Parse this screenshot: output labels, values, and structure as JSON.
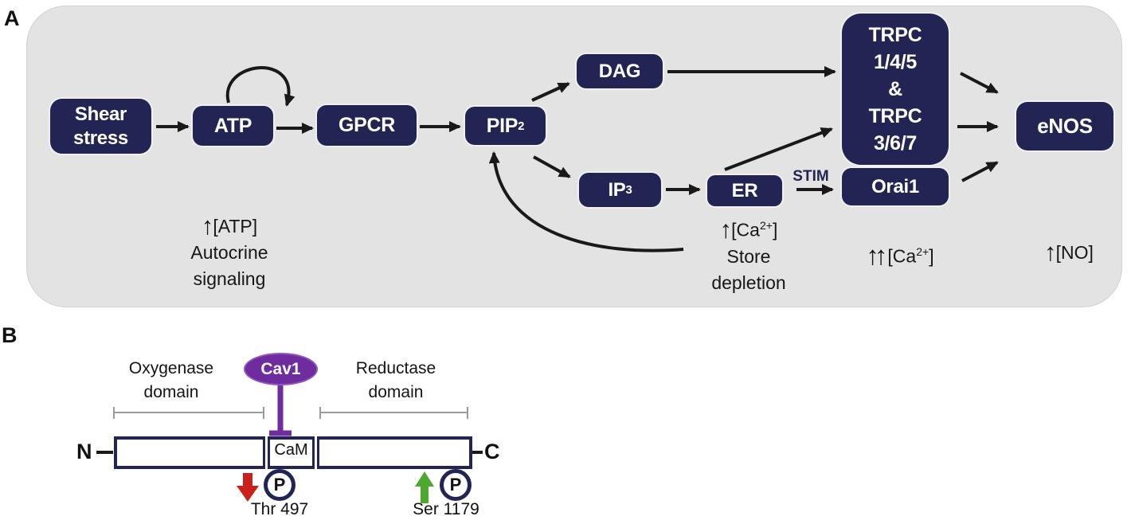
{
  "colors": {
    "navy_box": "#222553",
    "panel_bg": "#e4e3e3",
    "arrow_black": "#191919",
    "purple_cav1": "#6e2c9f",
    "red_arrow": "#c9201d",
    "green_arrow": "#4ea72e",
    "bracket_gray": "#9b9b9b",
    "white_text": "#ffffff"
  },
  "panel_a": {
    "label": "A",
    "boxes": {
      "shear": {
        "line1": "Shear",
        "line2": "stress"
      },
      "atp": {
        "label": "ATP"
      },
      "gpcr": {
        "label": "GPCR"
      },
      "pip2": {
        "base": "PIP",
        "sub": "2"
      },
      "dag": {
        "label": "DAG"
      },
      "ip3": {
        "base": "IP",
        "sub": "3"
      },
      "er": {
        "label": "ER"
      },
      "trpc": {
        "lines": [
          "TRPC",
          "1/4/5",
          "&",
          "TRPC",
          "3/6/7"
        ]
      },
      "orai1": {
        "label": "Orai1"
      },
      "enos": {
        "label": "eNOS"
      }
    },
    "stim_label": "STIM",
    "notes": {
      "atp": {
        "arrow": "↑",
        "text": "[ATP]",
        "line2": "Autocrine",
        "line3": "signaling"
      },
      "ca": {
        "arrow": "↑",
        "pre": "[Ca",
        "sup": "2+",
        "post": "]",
        "line2": "Store",
        "line3": "depletion"
      },
      "ca2": {
        "arrows": "↑↑",
        "pre": "[Ca",
        "sup": "2+",
        "post": "]"
      },
      "no": {
        "arrow": "↑",
        "text": "[NO]"
      }
    }
  },
  "panel_b": {
    "label": "B",
    "domains": {
      "oxygenase": {
        "line1": "Oxygenase",
        "line2": "domain"
      },
      "reductase": {
        "line1": "Reductase",
        "line2": "domain"
      }
    },
    "cav1_label": "Cav1",
    "cam_label": "CaM",
    "n_term": "N",
    "c_term": "C",
    "phospho": {
      "p": "P",
      "thr_site": "Thr 497",
      "ser_site": "Ser 1179"
    }
  }
}
